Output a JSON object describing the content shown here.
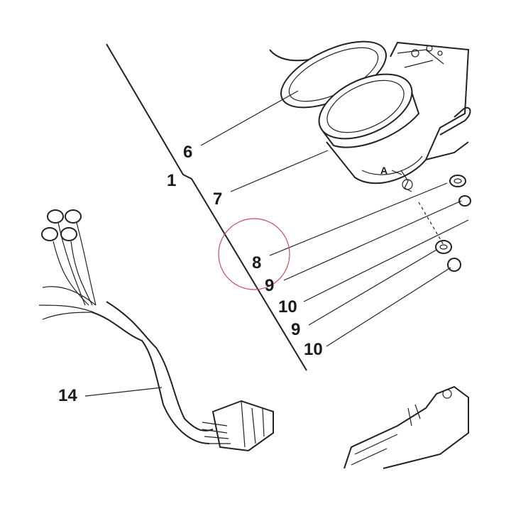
{
  "diagram": {
    "callouts": [
      {
        "id": "c6",
        "text": "6"
      },
      {
        "id": "c1",
        "text": "1"
      },
      {
        "id": "c7",
        "text": "7"
      },
      {
        "id": "c8",
        "text": "8"
      },
      {
        "id": "c9a",
        "text": "9"
      },
      {
        "id": "c10a",
        "text": "10"
      },
      {
        "id": "c9b",
        "text": "9"
      },
      {
        "id": "c10b",
        "text": "10"
      },
      {
        "id": "c14",
        "text": "14"
      }
    ],
    "detail_tag": "A",
    "highlight_color": "#c8505a"
  }
}
